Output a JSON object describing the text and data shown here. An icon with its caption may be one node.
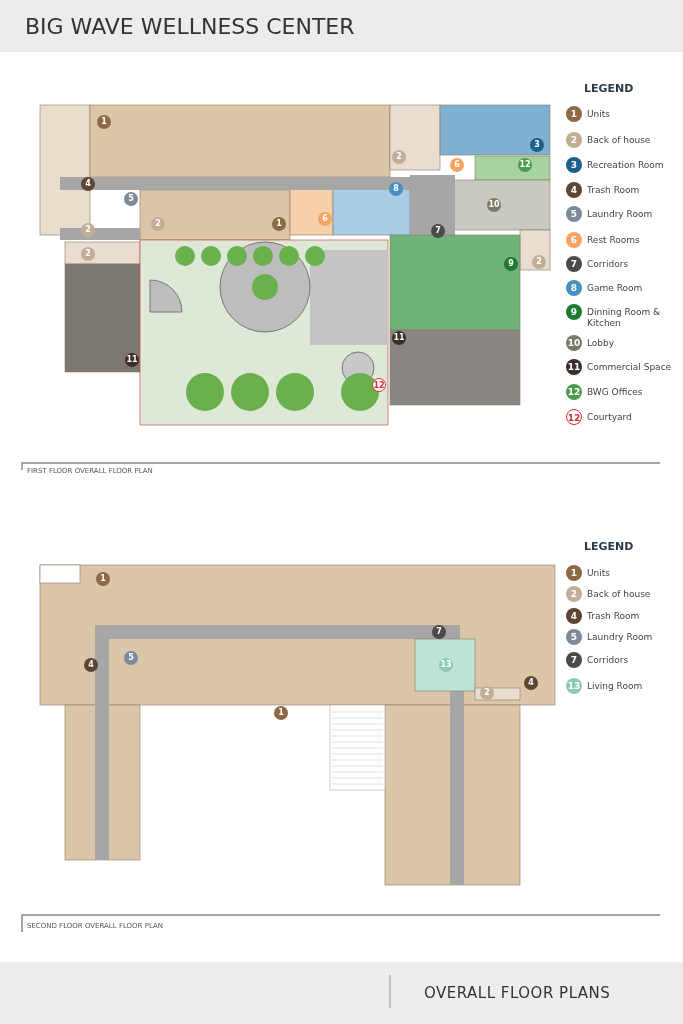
{
  "diagram": {
    "title": "BIG WAVE WELLNESS CENTER",
    "labels": [
      "1",
      "3",
      "2",
      "6",
      "12",
      "4",
      "8",
      "5",
      "10",
      "6",
      "1",
      "2",
      "2",
      "7",
      "2",
      "2",
      "9",
      "11",
      "11",
      "12",
      "LEGEND",
      "1",
      "2",
      "3",
      "4",
      "5",
      "6",
      "7",
      "8",
      "9",
      "10",
      "11",
      "12",
      "12",
      "FIRST FLOOR OVERALL FLOOR PLAN",
      "1",
      "7",
      "5",
      "4",
      "13",
      "4",
      "2",
      "1",
      "LEGEND",
      "1",
      "2",
      "4",
      "5",
      "7",
      "13",
      "SECOND FLOOR OVERALL FLOOR PLAN",
      "OVERALL FLOOR PLANS"
    ],
    "legend": [
      {
        "text": "Units",
        "color": "#8b6a45"
      },
      {
        "text": "Back of house",
        "color": "#c2ae95"
      },
      {
        "text": "Recreation Room",
        "color": "#1d5f8a"
      },
      {
        "text": "Trash Room",
        "color": "#5c4633"
      },
      {
        "text": "Laundry Room",
        "color": "#7d8a99"
      },
      {
        "text": "Rest Rooms",
        "color": "#f4a460"
      },
      {
        "text": "Corridors",
        "color": "#4a4a4a"
      },
      {
        "text": "Game Room",
        "color": "#4b8fc0"
      },
      {
        "text": "Dinning Room & Kitchen",
        "color": "#1e7a2e"
      },
      {
        "text": "Lobby",
        "color": "#7a7a66"
      },
      {
        "text": "Commercial Space",
        "color": "#3a2e26"
      },
      {
        "text": "BWG Offices",
        "color": "#4e9a4e"
      },
      {
        "text": "Courtyard",
        "color": "#d03030"
      },
      {
        "text": "Units",
        "color": "#8b6a45"
      },
      {
        "text": "Back of house",
        "color": "#c2ae95"
      },
      {
        "text": "Trash Room",
        "color": "#5c4633"
      },
      {
        "text": "Laundry Room",
        "color": "#7d8a99"
      },
      {
        "text": "Corridors",
        "color": "#4a4a4a"
      },
      {
        "text": "Living Room",
        "color": "#8ccbb2"
      }
    ]
  }
}
